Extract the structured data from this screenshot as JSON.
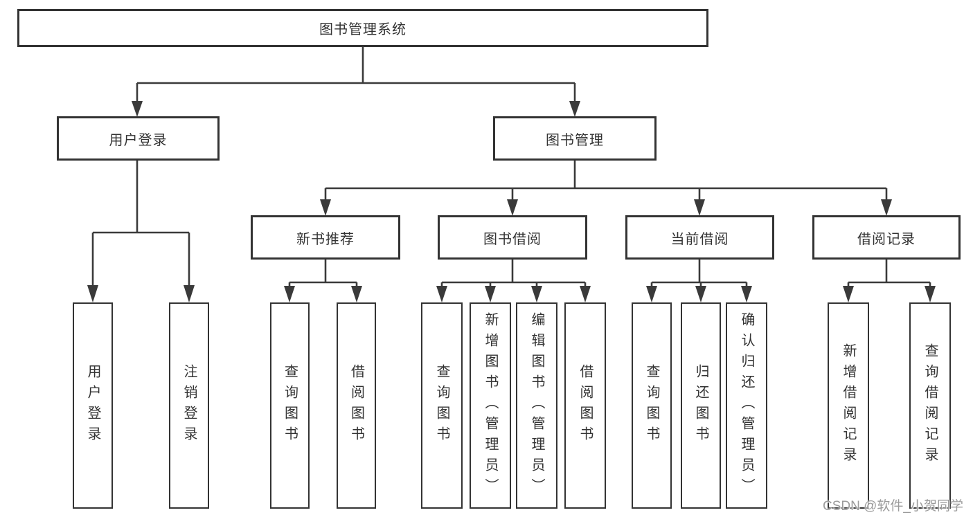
{
  "colors": {
    "bg": "#ffffff",
    "line": "#3a3a3a",
    "box-border": "#333333",
    "box-fill": "#ffffff",
    "text": "#333333",
    "watermark": "#9b9b9b"
  },
  "watermark": {
    "text": "CSDN @软件_小贺同学"
  },
  "tree": {
    "label": "图书管理系统",
    "children": [
      {
        "label": "用户登录",
        "children": [
          {
            "label": "用户登录"
          },
          {
            "label": "注销登录"
          }
        ]
      },
      {
        "label": "图书管理",
        "children": [
          {
            "label": "新书推荐",
            "children": [
              {
                "label": "查询图书"
              },
              {
                "label": "借阅图书"
              }
            ]
          },
          {
            "label": "图书借阅",
            "children": [
              {
                "label": "查询图书"
              },
              {
                "label": "新增图书（管理员）"
              },
              {
                "label": "编辑图书（管理员）"
              },
              {
                "label": "借阅图书"
              }
            ]
          },
          {
            "label": "当前借阅",
            "children": [
              {
                "label": "查询图书"
              },
              {
                "label": "归还图书"
              },
              {
                "label": "确认归还（管理员）"
              }
            ]
          },
          {
            "label": "借阅记录",
            "children": [
              {
                "label": "新增借阅记录"
              },
              {
                "label": "查询借阅记录"
              }
            ]
          }
        ]
      }
    ]
  }
}
